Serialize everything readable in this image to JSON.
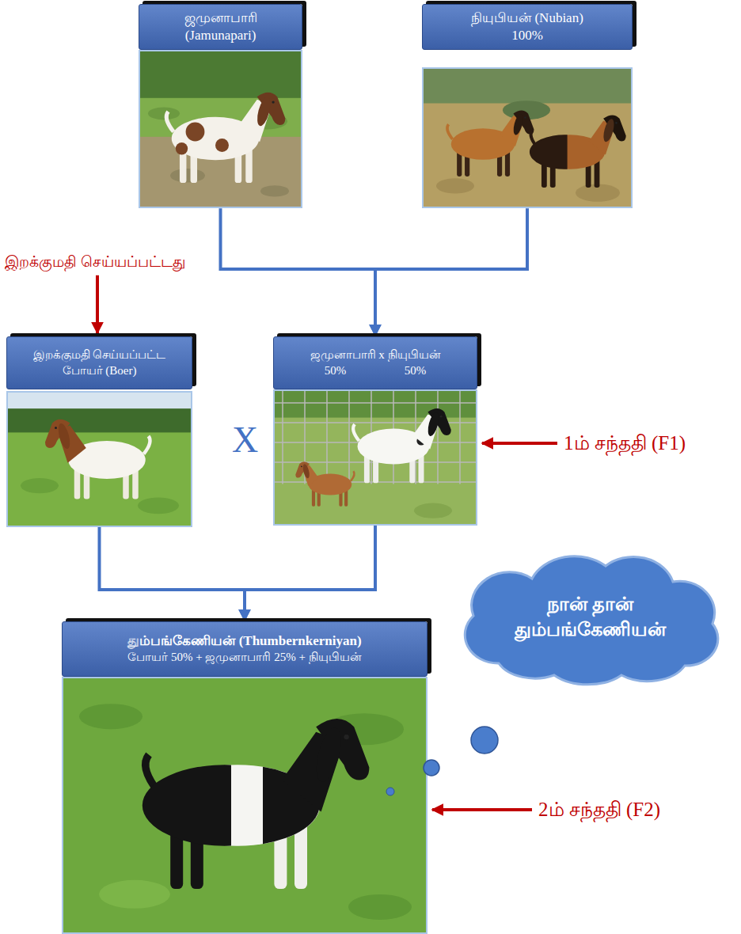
{
  "diagram": {
    "nodes": [
      {
        "text": [
          "ஜமுனாபாரி (Jamunapari)"
        ]
      },
      {
        "text": [
          "நியுபியன் (Nubian)",
          "100%"
        ]
      },
      {
        "text": [
          "இறக்குமதி செய்யப்பட்ட போயர் (Boer)"
        ]
      },
      {
        "text": [
          "ஜமுனாபாரி x நியுபியன்",
          "50% 50%"
        ]
      },
      {
        "text": [
          "தும்பங்கேணியன் (Thumbernkerniyan)",
          "போயர் 50% + ஜமுனாபாரி 25% + நியுபியன்"
        ]
      },
      {
        "text": [
          "நான் தான் தும்பங்கேணியன்"
        ]
      }
    ],
    "edges": [
      {
        "from": 0,
        "to": 3,
        "arrow": "to"
      },
      {
        "from": 1,
        "to": 3,
        "arrow": "to"
      },
      {
        "from": 2,
        "to": 4,
        "arrow": "to"
      },
      {
        "from": 3,
        "to": 4,
        "arrow": "to"
      }
    ],
    "labels": [
      "இறக்குமதி செய்யப்பட்டது",
      "X",
      "1ம் சந்ததி (F1)",
      "2ம் சந்ததி (F2)"
    ]
  }
}
